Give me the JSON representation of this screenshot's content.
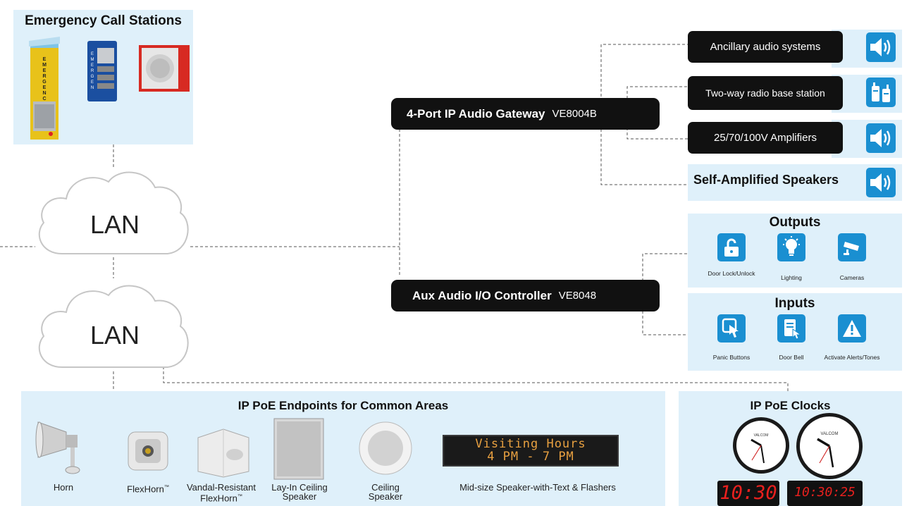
{
  "emergency": {
    "title": "Emergency Call Stations",
    "phone_letters": "EMERGENCY",
    "phone_letters_v": "E M E R G E N C Y"
  },
  "lan": {
    "top_label": "LAN",
    "bottom_label": "LAN"
  },
  "gateway": {
    "label": "4-Port IP Audio Gateway",
    "model": "VE8004B"
  },
  "controller": {
    "label": "Aux Audio I/O Controller",
    "model": "VE8048"
  },
  "audio_outputs": [
    {
      "label": "Ancillary audio systems",
      "icon": "speaker-icon"
    },
    {
      "label": "Two-way radio base station",
      "icon": "two-way-radio-icon"
    },
    {
      "label": "25/70/100V Amplifiers",
      "icon": "speaker-icon"
    },
    {
      "label": "Self-Amplified Speakers",
      "icon": "speaker-icon"
    }
  ],
  "outputs": {
    "title": "Outputs",
    "items": [
      {
        "label": "Door Lock/Unlock",
        "icon": "unlock-icon"
      },
      {
        "label": "Lighting",
        "icon": "light-bulb-icon"
      },
      {
        "label": "Cameras",
        "icon": "camera-icon"
      }
    ]
  },
  "inputs": {
    "title": "Inputs",
    "items": [
      {
        "label": "Panic Buttons",
        "icon": "push-button-icon"
      },
      {
        "label": "Door Bell",
        "icon": "doorbell-icon"
      },
      {
        "label": "Activate Alerts/Tones",
        "icon": "warning-icon"
      }
    ]
  },
  "endpoints": {
    "title": "IP PoE Endpoints for Common Areas",
    "items": [
      {
        "label": "Horn"
      },
      {
        "label": "FlexHorn",
        "mark": "™"
      },
      {
        "label": "Vandal-Resistant FlexHorn",
        "mark": "™"
      },
      {
        "label": "Lay-In Ceiling Speaker"
      },
      {
        "label": "Ceiling Speaker"
      },
      {
        "label": "Mid-size Speaker-with-Text & Flashers"
      }
    ],
    "sign_line1": "Visiting Hours",
    "sign_line2": "4 PM - 7 PM"
  },
  "clocks": {
    "title": "IP PoE Clocks",
    "digital1": "10:30",
    "digital2": "10:30:25",
    "brand": "VALCOM"
  },
  "colors": {
    "accent_blue": "#1a8fd1",
    "panel_bg": "#dff0fa",
    "pill_bg": "#111111",
    "led_red": "#e8201e",
    "sign_amber": "#e8a040"
  }
}
